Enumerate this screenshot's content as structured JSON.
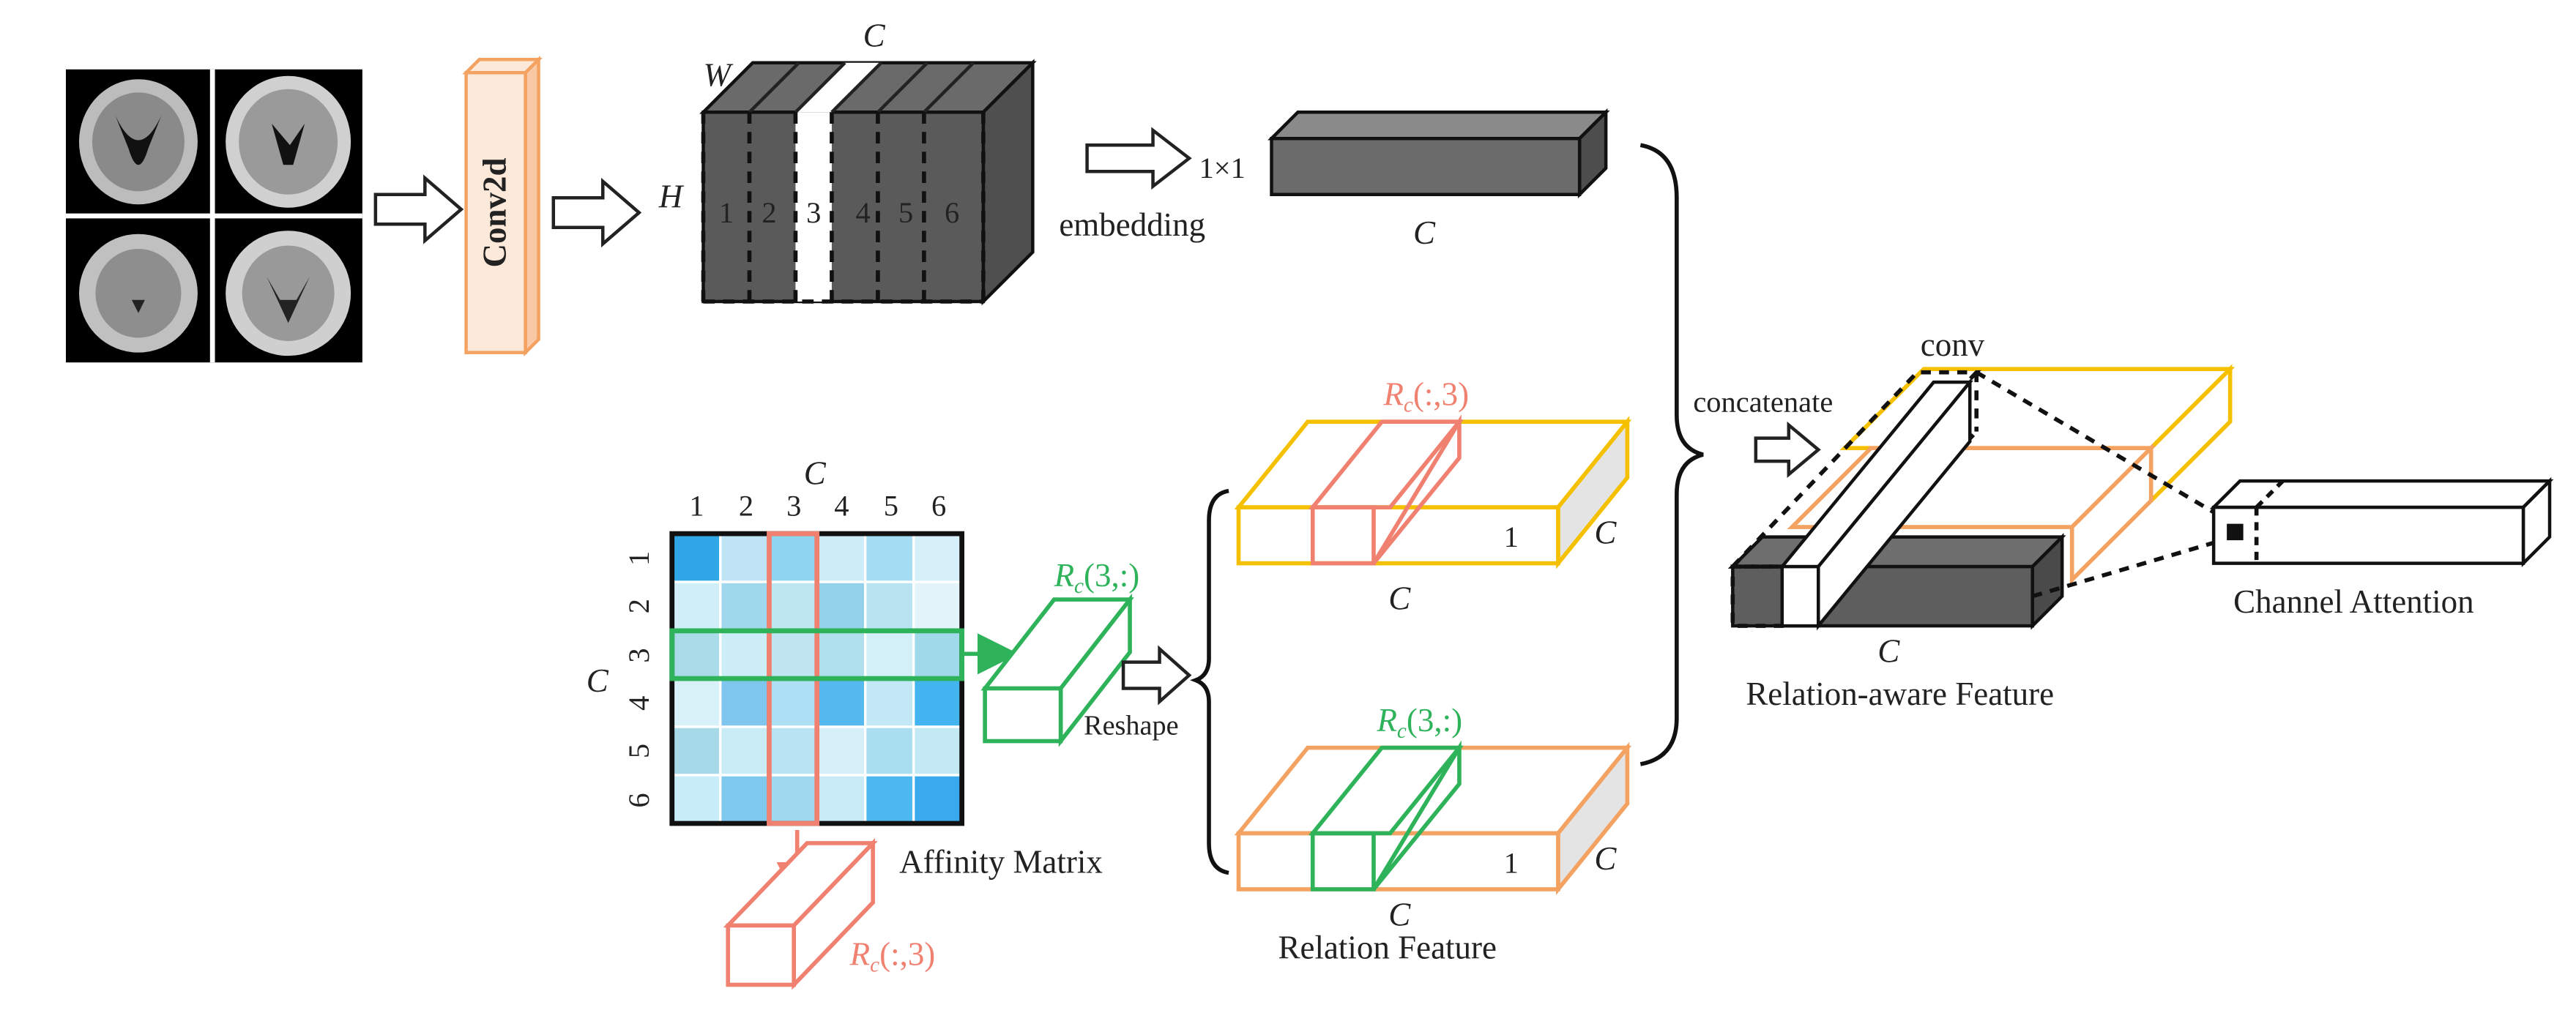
{
  "labels": {
    "conv2d": "Conv2d",
    "W": "W",
    "H": "H",
    "C_top": "C",
    "cols": [
      "1",
      "2",
      "3",
      "4",
      "5",
      "6"
    ],
    "one_by_one": "1×1",
    "embedding": "embedding",
    "C_embed": "C",
    "Rc_col_top": "R",
    "Rc_col_top_sub": "c",
    "Rc_col_top_args": "(:,3)",
    "Rc_row_top": "R",
    "Rc_row_top_sub": "c",
    "Rc_row_top_args": "(3,:)",
    "Rc_row_mat": "R",
    "Rc_row_mat_sub": "c",
    "Rc_row_mat_args": "(3,:)",
    "Rc_col_bot": "R",
    "Rc_col_bot_sub": "c",
    "Rc_col_bot_args": "(:,3)",
    "reshape": "Reshape",
    "affinity_matrix": "Affinity Matrix",
    "matrix_C_top": "C",
    "matrix_C_left": "C",
    "relation_feature": "Relation Feature",
    "C_rel1_bottom": "C",
    "C_rel1_right": "C",
    "one_rel1": "1",
    "C_rel2_bottom": "C",
    "C_rel2_right": "C",
    "one_rel2": "1",
    "concatenate": "concatenate",
    "conv": "conv",
    "relation_aware_feature": "Relation-aware Feature",
    "C_relaware": "C",
    "channel_attention": "Channel Attention"
  },
  "colors": {
    "conv2d_orange": "#f4a261",
    "conv2d_fill": "#fde9d9",
    "feature_dark": "#5a5a5a",
    "feature_light": "#7a7a7a",
    "yellow": "#f5c000",
    "orange": "#f4a261",
    "green": "#2fb35a",
    "red": "#f08070",
    "matrix_border": "#111111"
  },
  "affinity_matrix": [
    [
      "#2fa7e6",
      "#bfe4f5",
      "#8dd5f0",
      "#cdeef8",
      "#a4dcf3",
      "#d6f0fa"
    ],
    [
      "#cfeef8",
      "#9fd8ec",
      "#bde6f1",
      "#93d2ea",
      "#b8e3f1",
      "#e3f4fb"
    ],
    [
      "#a9dbe9",
      "#cdeef8",
      "#bfe6f0",
      "#b0e0ee",
      "#d3f0f8",
      "#9fd9ea"
    ],
    [
      "#d9f2fa",
      "#7fc6ef",
      "#aee0f5",
      "#55b8ee",
      "#c2e8f6",
      "#42b4ef"
    ],
    [
      "#a7dae8",
      "#c9ecf7",
      "#b7e3f2",
      "#d5f0f9",
      "#a9ddf0",
      "#c3e9f5"
    ],
    [
      "#c8edf8",
      "#7fc9ef",
      "#a0d8f0",
      "#c8ebf7",
      "#4cb8ef",
      "#3aa9ee"
    ]
  ]
}
